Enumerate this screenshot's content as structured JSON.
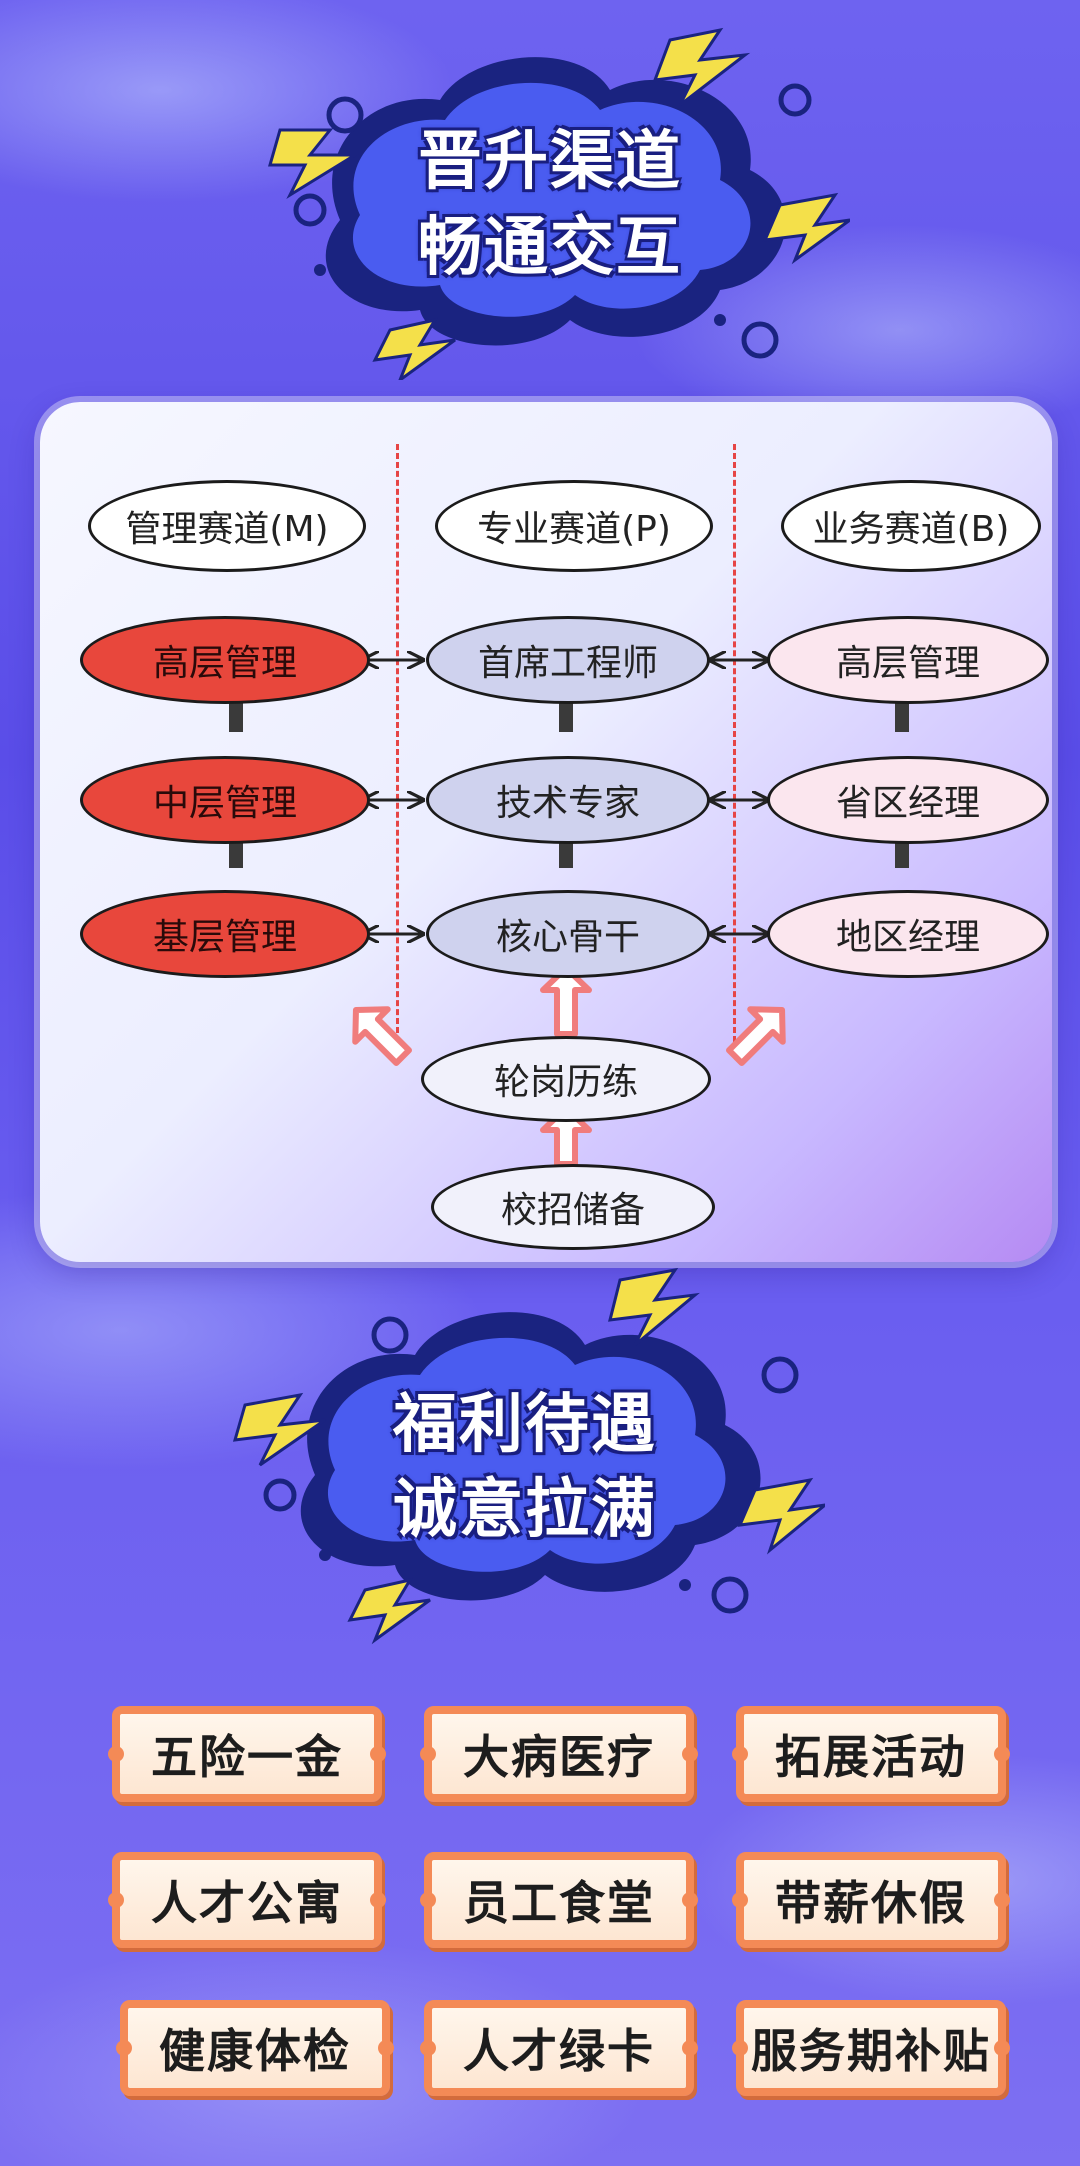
{
  "header_badge": {
    "line1": "晋升渠道",
    "line2": "畅通交互"
  },
  "tracks": [
    {
      "label": "管理赛道(M)"
    },
    {
      "label": "专业赛道(P)"
    },
    {
      "label": "业务赛道(B)"
    }
  ],
  "management": [
    "高层管理",
    "中层管理",
    "基层管理"
  ],
  "professional": [
    "首席工程师",
    "技术专家",
    "核心骨干"
  ],
  "business": [
    "高层管理",
    "省区经理",
    "地区经理"
  ],
  "entry": {
    "rotation": "轮岗历练",
    "campus": "校招储备"
  },
  "benefits_badge": {
    "line1": "福利待遇",
    "line2": "诚意拉满"
  },
  "benefits": [
    "五险一金",
    "大病医疗",
    "拓展活动",
    "人才公寓",
    "员工食堂",
    "带薪休假",
    "健康体检",
    "人才绿卡",
    "服务期补贴"
  ],
  "colors": {
    "management_node": "#e8473c",
    "professional_node": "#cfd2ee",
    "business_node": "#fbe6ee",
    "accent_arrow": "#f07c7c",
    "card_border": "#f48a56"
  },
  "icons": [
    "lightning-bolt-icon",
    "double-arrow-icon",
    "up-arrow-icon",
    "outline-up-arrow-icon"
  ]
}
